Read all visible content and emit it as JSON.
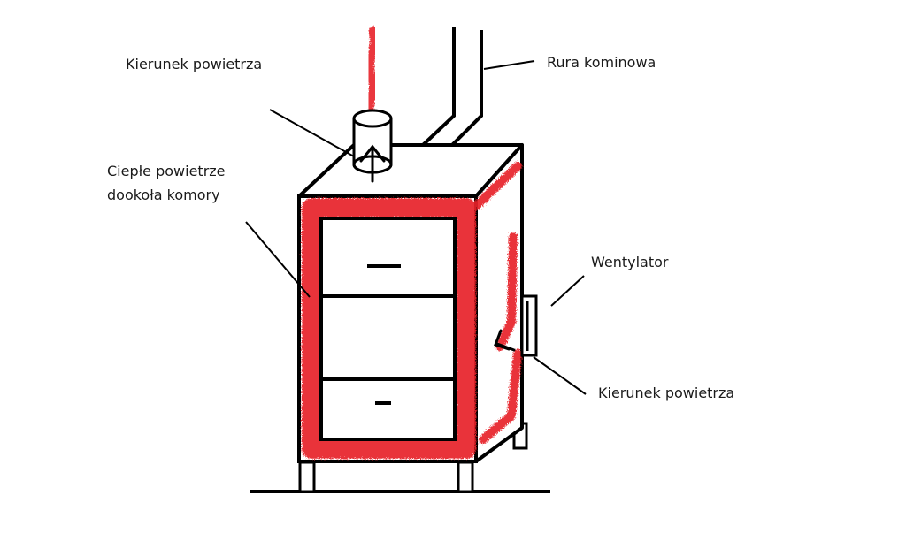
{
  "labels": {
    "air_direction_top": "Kierunek powietrza",
    "warm_air_line1": "Ciepłe powietrze",
    "warm_air_line2": "dookoła komory",
    "chimney_pipe": "Rura kominowa",
    "fan": "Wentylator",
    "air_direction_side": "Kierunek powietrza"
  },
  "colors": {
    "stroke": "#000000",
    "warm_air": "#e8232b",
    "background": "#ffffff"
  }
}
